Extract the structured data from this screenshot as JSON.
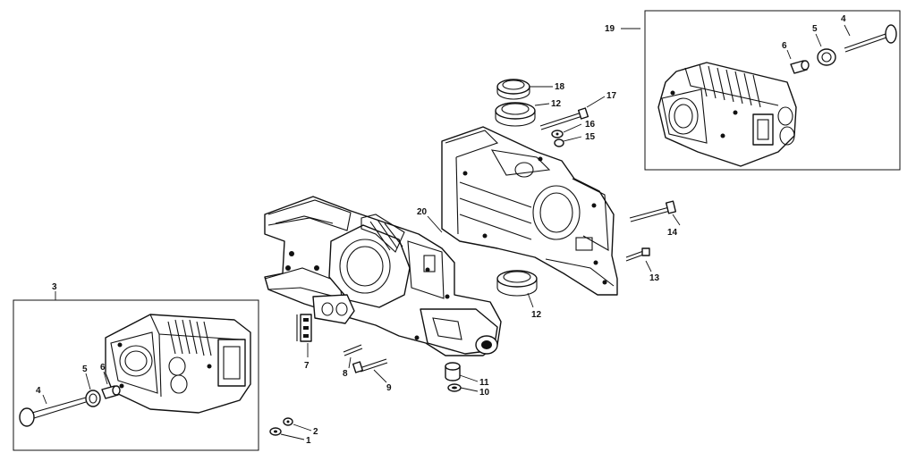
{
  "diagram": {
    "callouts": {
      "c1": "1",
      "c2": "2",
      "c3": "3",
      "c4_left": "4",
      "c5_left": "5",
      "c6_left": "6",
      "c7": "7",
      "c8": "8",
      "c9": "9",
      "c10": "10",
      "c11": "11",
      "c12_top": "12",
      "c12_bottom": "12",
      "c13": "13",
      "c14": "14",
      "c15": "15",
      "c16": "16",
      "c17": "17",
      "c18": "18",
      "c19": "19",
      "c4_right": "4",
      "c5_right": "5",
      "c6_right": "6",
      "c20": "20"
    }
  }
}
